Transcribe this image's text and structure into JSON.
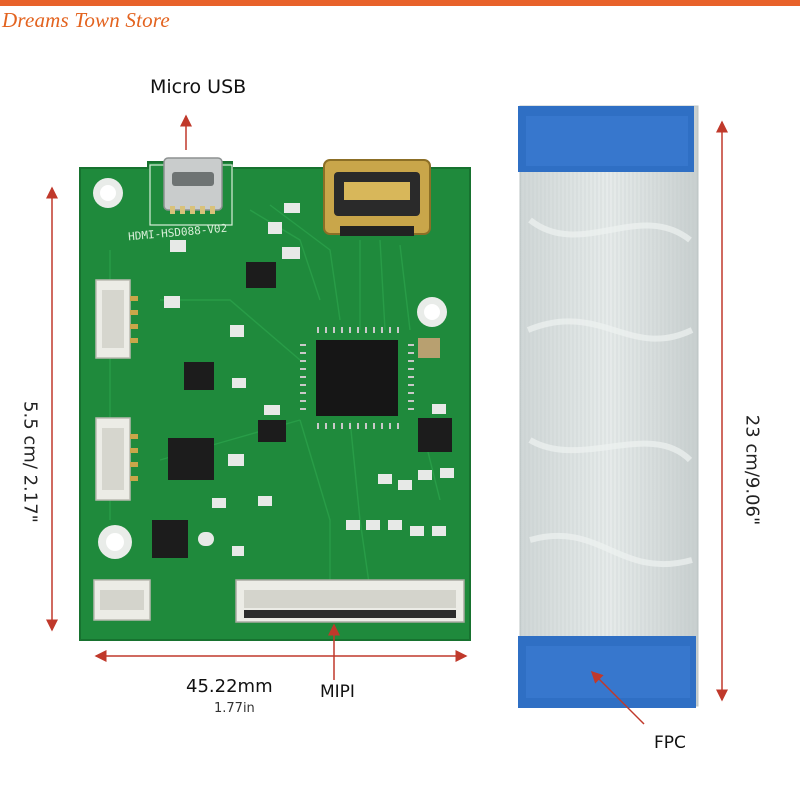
{
  "store_name": "Dreams Town Store",
  "labels": {
    "micro_usb": "Micro USB",
    "width_mm": "45.22mm",
    "width_in": "1.77in",
    "mipi": "MIPI",
    "fpc": "FPC",
    "board_height": "5.5 cm/ 2.17\"",
    "cable_length": "23 cm/9.06\""
  },
  "board_marking": "HDMI-HSD088-V02",
  "colors": {
    "accent": "#e8622a",
    "pcb_green": "#1f8a3c",
    "dimension_arrow": "#c0392b",
    "cable_blue": "#2f6fc4"
  }
}
